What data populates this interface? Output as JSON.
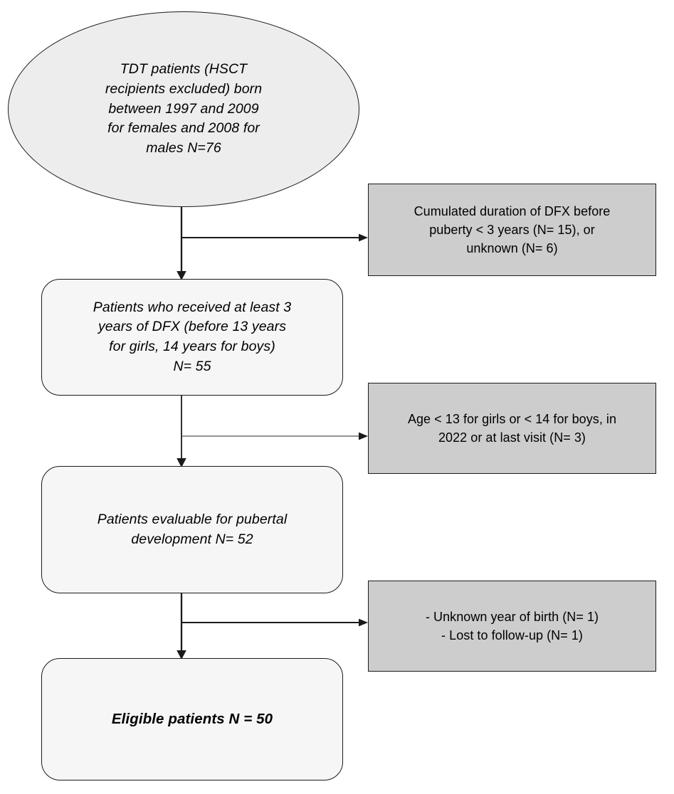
{
  "figure": {
    "type": "flowchart",
    "orientation": "top-to-bottom with right-side exclusion branches"
  },
  "colors": {
    "page_background": "#ffffff",
    "ellipse_fill": "#ededed",
    "rounded_box_fill": "#f6f6f6",
    "exclusion_box_fill": "#cdcdcd",
    "stroke": "#1a1a1a",
    "text": "#000000"
  },
  "nodes": {
    "start": {
      "shape": "ellipse",
      "text": "TDT patients (HSCT\nrecipients excluded) born\nbetween 1997 and 2009\nfor females and 2008 for\nmales N=76",
      "count": "76"
    },
    "step2": {
      "shape": "rounded-rectangle",
      "text": "Patients who received at least 3\nyears of DFX (before 13 years\nfor girls, 14 years for boys)\nN= 55",
      "count": "55"
    },
    "step3": {
      "shape": "rounded-rectangle",
      "text": "Patients evaluable for pubertal\ndevelopment  N= 52",
      "count": "52"
    },
    "final": {
      "shape": "rounded-rectangle",
      "text": "Eligible patients  N = 50",
      "count": "50"
    }
  },
  "exclusions": [
    {
      "id": "excl1",
      "shape": "rectangle",
      "text": "Cumulated duration of DFX before\npuberty < 3 years (N= 15), or\nunknown (N= 6)",
      "counts": [
        "15",
        "6"
      ]
    },
    {
      "id": "excl2",
      "shape": "rectangle",
      "text": "Age < 13 for girls or < 14 for boys, in\n2022 or at last visit  (N= 3)",
      "counts": [
        "3"
      ]
    },
    {
      "id": "excl3",
      "shape": "rectangle",
      "text": "- Unknown year of birth (N= 1)\n- Lost to follow-up (N= 1)",
      "counts": [
        "1",
        "1"
      ]
    }
  ],
  "connectors": [
    {
      "id": "start-to-step2",
      "kind": "vertical-arrow"
    },
    {
      "id": "branch-to-excl1",
      "kind": "horizontal-arrow"
    },
    {
      "id": "step2-to-step3",
      "kind": "vertical-arrow"
    },
    {
      "id": "branch-to-excl2",
      "kind": "horizontal-arrow"
    },
    {
      "id": "step3-to-final",
      "kind": "vertical-arrow"
    },
    {
      "id": "branch-to-excl3",
      "kind": "horizontal-arrow"
    }
  ]
}
